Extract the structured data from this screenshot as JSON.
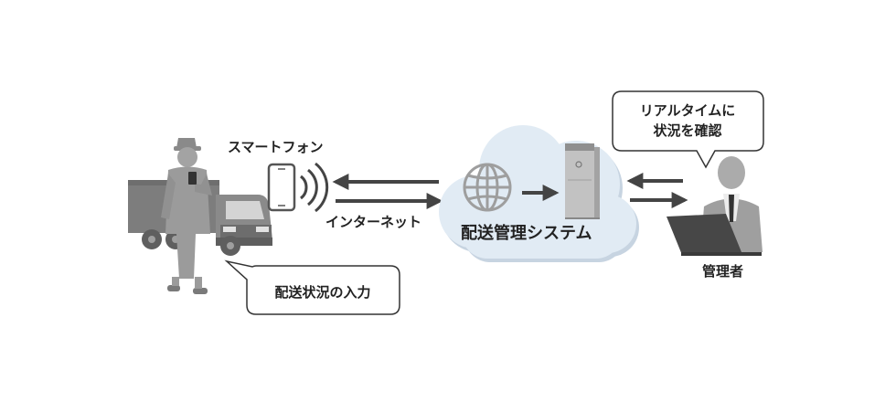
{
  "labels": {
    "smartphone": "スマートフォン",
    "internet": "インターネット",
    "system": "配送管理システム",
    "admin": "管理者"
  },
  "bubbles": {
    "driver_input": "配送状況の入力",
    "realtime_check_line1": "リアルタイムに",
    "realtime_check_line2": "状況を確認"
  },
  "colors": {
    "figure_gray": "#9a9a9a",
    "truck_gray": "#8c8c8c",
    "cloud_fill": "#dfe9f3",
    "arrow": "#444444",
    "laptop": "#4a4a4a"
  },
  "icons": [
    "truck-icon",
    "driver-icon",
    "smartphone-icon",
    "wifi-signal-icon",
    "cloud-icon",
    "globe-icon",
    "server-icon",
    "manager-icon",
    "laptop-icon"
  ]
}
